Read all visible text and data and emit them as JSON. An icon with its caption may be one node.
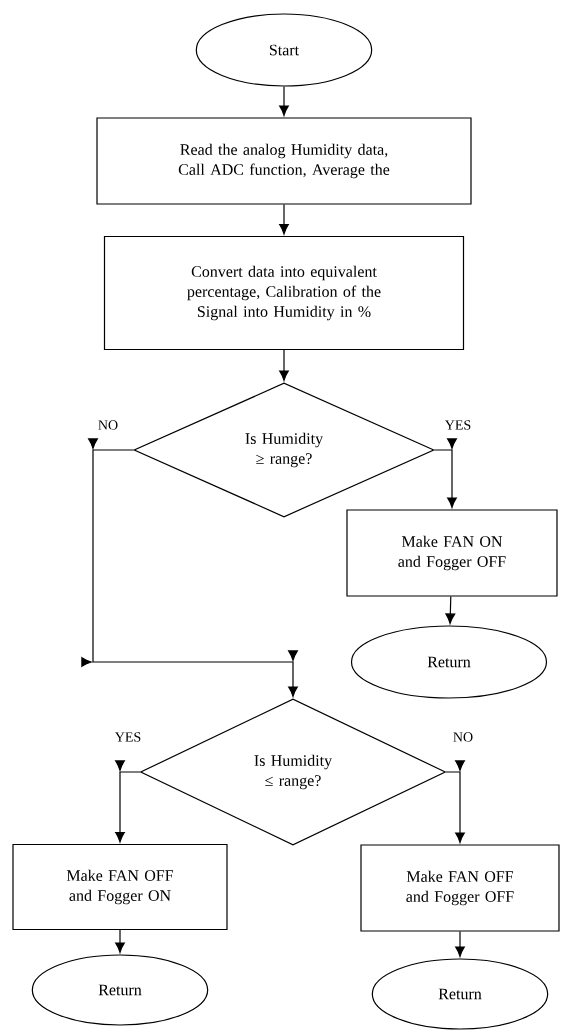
{
  "diagram": {
    "nodes": [
      {
        "text": [
          "Start"
        ]
      },
      {
        "text": [
          "Read the analog Humidity data, Call ADC function, Average the"
        ]
      },
      {
        "text": [
          "Convert data into equivalent percentage, Calibration of the Signal into Humidity in %"
        ]
      },
      {
        "text": [
          "Is Humidity ≥ range?"
        ]
      },
      {
        "text": [
          "Make FAN ON and Fogger OFF"
        ]
      },
      {
        "text": [
          "Return"
        ]
      },
      {
        "text": [
          "Is Humidity ≤ range?"
        ]
      },
      {
        "text": [
          "Make FAN OFF and Fogger ON"
        ]
      },
      {
        "text": [
          "Make FAN OFF and Fogger OFF"
        ]
      },
      {
        "text": [
          "Return"
        ]
      },
      {
        "text": [
          "Return"
        ]
      }
    ],
    "edges": [
      {
        "from": 0,
        "to": 1,
        "arrow": "to"
      },
      {
        "from": 1,
        "to": 2,
        "arrow": "to"
      },
      {
        "from": 2,
        "to": 3,
        "arrow": "to"
      },
      {
        "from": 3,
        "to": 4,
        "arrow": "to",
        "label": "YES"
      },
      {
        "from": 4,
        "to": 5,
        "arrow": "to"
      },
      {
        "from": 3,
        "to": 6,
        "arrow": "to",
        "label": "NO"
      },
      {
        "from": 6,
        "to": 7,
        "arrow": "to",
        "label": "YES"
      },
      {
        "from": 6,
        "to": 8,
        "arrow": "to",
        "label": "NO"
      },
      {
        "from": 7,
        "to": 9,
        "arrow": "to"
      },
      {
        "from": 8,
        "to": 10,
        "arrow": "to"
      }
    ]
  }
}
